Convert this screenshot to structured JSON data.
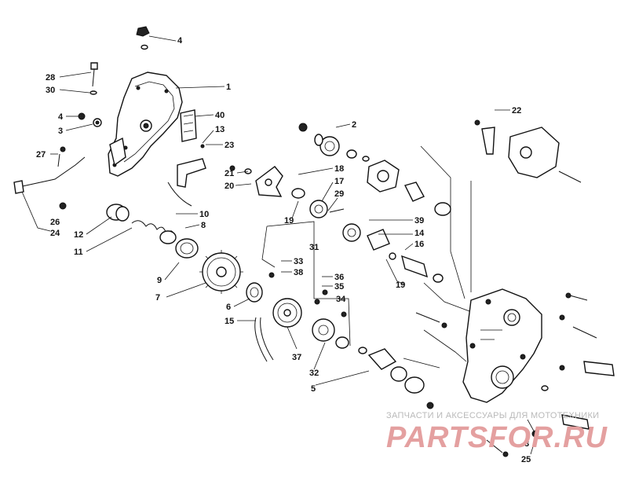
{
  "callouts": [
    {
      "id": "c4a",
      "text": "4"
    },
    {
      "id": "c28",
      "text": "28"
    },
    {
      "id": "c30",
      "text": "30"
    },
    {
      "id": "c1",
      "text": "1"
    },
    {
      "id": "c4b",
      "text": "4"
    },
    {
      "id": "c3a",
      "text": "3"
    },
    {
      "id": "c40",
      "text": "40"
    },
    {
      "id": "c13",
      "text": "13"
    },
    {
      "id": "c2",
      "text": "2"
    },
    {
      "id": "c22",
      "text": "22"
    },
    {
      "id": "c27",
      "text": "27"
    },
    {
      "id": "c23",
      "text": "23"
    },
    {
      "id": "c21",
      "text": "21"
    },
    {
      "id": "c20",
      "text": "20"
    },
    {
      "id": "c18",
      "text": "18"
    },
    {
      "id": "c17",
      "text": "17"
    },
    {
      "id": "c29",
      "text": "29"
    },
    {
      "id": "c26",
      "text": "26"
    },
    {
      "id": "c24",
      "text": "24"
    },
    {
      "id": "c19a",
      "text": "19"
    },
    {
      "id": "c10",
      "text": "10"
    },
    {
      "id": "c8",
      "text": "8"
    },
    {
      "id": "c39",
      "text": "39"
    },
    {
      "id": "c14",
      "text": "14"
    },
    {
      "id": "c12",
      "text": "12"
    },
    {
      "id": "c11",
      "text": "11"
    },
    {
      "id": "c16",
      "text": "16"
    },
    {
      "id": "c31",
      "text": "31"
    },
    {
      "id": "c33",
      "text": "33"
    },
    {
      "id": "c38",
      "text": "38"
    },
    {
      "id": "c9",
      "text": "9"
    },
    {
      "id": "c19b",
      "text": "19"
    },
    {
      "id": "c36",
      "text": "36"
    },
    {
      "id": "c35",
      "text": "35"
    },
    {
      "id": "c34",
      "text": "34"
    },
    {
      "id": "c7",
      "text": "7"
    },
    {
      "id": "c6",
      "text": "6"
    },
    {
      "id": "c15",
      "text": "15"
    },
    {
      "id": "c37",
      "text": "37"
    },
    {
      "id": "c32",
      "text": "32"
    },
    {
      "id": "c5",
      "text": "5"
    },
    {
      "id": "c3b",
      "text": "3"
    },
    {
      "id": "c25",
      "text": "25"
    }
  ],
  "watermark": {
    "caption": "ЗАПЧАСТИ И АКСЕССУАРЫ ДЛЯ МОТОТЕХНИКИ",
    "logo": "PARTSFOR.RU"
  }
}
